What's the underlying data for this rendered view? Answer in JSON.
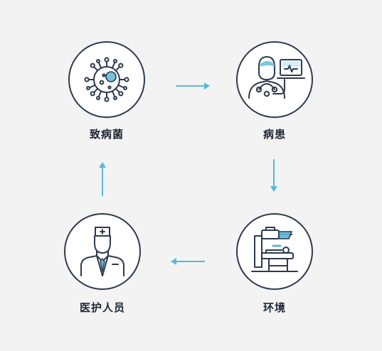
{
  "nodes": {
    "pathogen": {
      "label": "致病菌",
      "icon": "virus-icon"
    },
    "patient": {
      "label": "病患",
      "icon": "patient-monitor-icon"
    },
    "environment": {
      "label": "环境",
      "icon": "medical-equipment-icon"
    },
    "staff": {
      "label": "医护人员",
      "icon": "doctor-icon"
    }
  },
  "colors": {
    "stroke": "#2e3a4d",
    "accent": "#5bb8d6",
    "background": "#f3f3f4"
  }
}
